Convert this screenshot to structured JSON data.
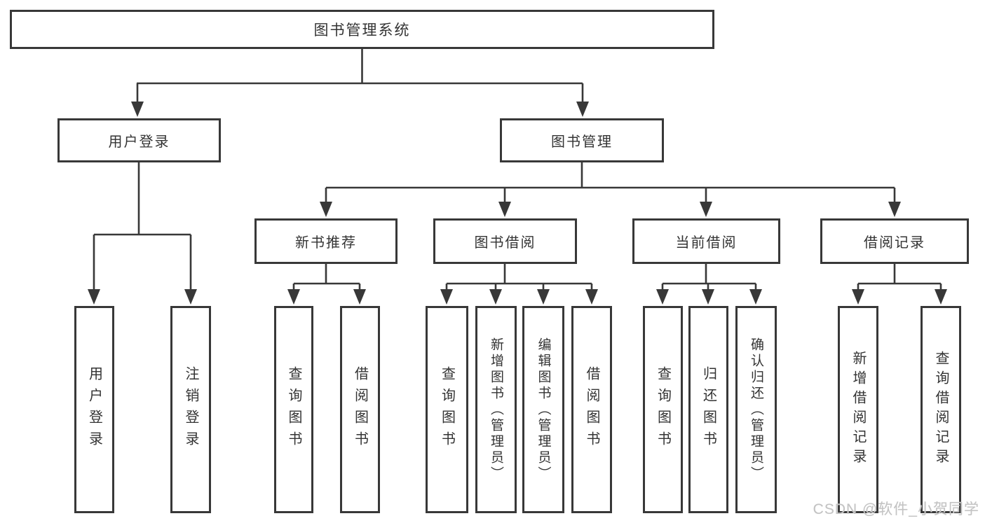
{
  "diagram": {
    "title": "图书管理系统",
    "branches": [
      {
        "label": "用户登录",
        "children": [
          "用户登录",
          "注销登录"
        ]
      },
      {
        "label": "图书管理",
        "sections": [
          {
            "label": "新书推荐",
            "children": [
              "查询图书",
              "借阅图书"
            ]
          },
          {
            "label": "图书借阅",
            "children": [
              "查询图书",
              "新增图书（管理员）",
              "编辑图书（管理员）",
              "借阅图书"
            ]
          },
          {
            "label": "当前借阅",
            "children": [
              "查询图书",
              "归还图书",
              "确认归还（管理员）"
            ]
          },
          {
            "label": "借阅记录",
            "children": [
              "新增借阅记录",
              "查询借阅记录"
            ]
          }
        ]
      }
    ]
  },
  "colors": {
    "line": "#383838",
    "box_border": "#383838",
    "text": "#333333",
    "watermark": "#c3c3c3",
    "background": "#ffffff"
  },
  "watermark": "CSDN @软件_小贺同学"
}
